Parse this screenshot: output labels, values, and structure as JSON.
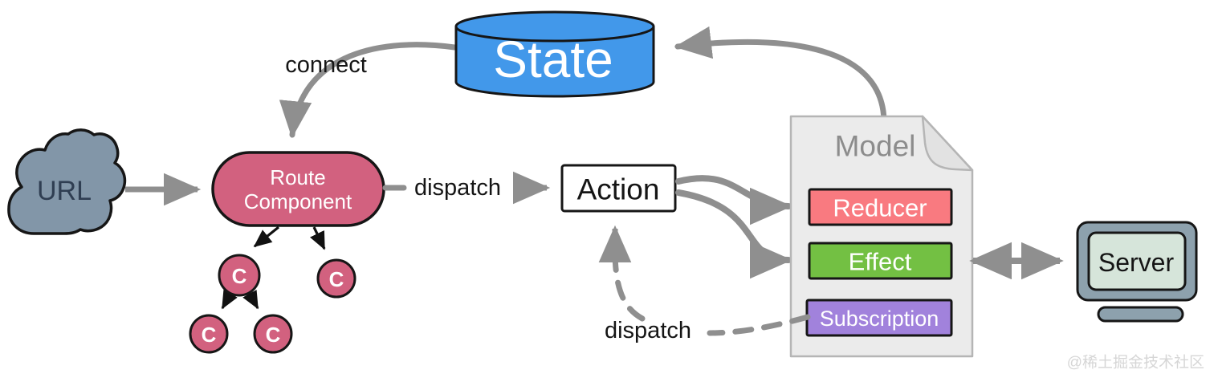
{
  "diagram": {
    "nodes": {
      "url": {
        "label": "URL"
      },
      "route_component": {
        "line1": "Route",
        "line2": "Component"
      },
      "component": {
        "label": "C"
      },
      "state": {
        "label": "State"
      },
      "action": {
        "label": "Action"
      },
      "model": {
        "label": "Model"
      },
      "reducer": {
        "label": "Reducer"
      },
      "effect": {
        "label": "Effect"
      },
      "subscription": {
        "label": "Subscription"
      },
      "server": {
        "label": "Server"
      }
    },
    "edges": {
      "connect": "connect",
      "dispatch_route_to_action": "dispatch",
      "dispatch_subscription_to_action": "dispatch"
    },
    "colors": {
      "state_blue": "#4298EA",
      "route_pink": "#D2617F",
      "component_pink": "#D2617F",
      "reducer_red": "#F97A80",
      "effect_green": "#73C043",
      "subscription_purple": "#A182DC",
      "model_gray": "#EBEBEB",
      "model_fold_gray": "#E2E2E2",
      "model_text_gray": "#8C8C8C",
      "cloud_slate": "#8296A8",
      "cloud_text_navy": "#2F3E52",
      "server_frame_slate": "#8DA1AD",
      "server_screen_mint": "#D6E5DA",
      "action_white": "#FFFFFF",
      "arrow_gray": "#8F8F8F",
      "watermark_gray": "#D6D6D6"
    },
    "watermark": "@稀土掘金技术社区"
  }
}
